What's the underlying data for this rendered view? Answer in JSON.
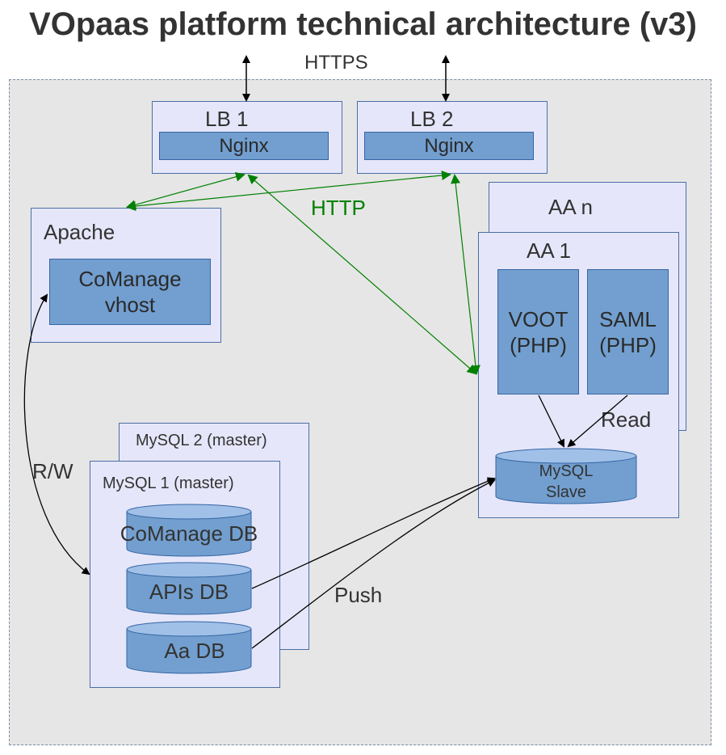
{
  "title": "VOpaas platform technical architecture (v3)",
  "labels": {
    "https": "HTTPS",
    "http": "HTTP",
    "rw": "R/W",
    "read": "Read",
    "push": "Push"
  },
  "lb1": {
    "title": "LB 1",
    "inner": "Nginx"
  },
  "lb2": {
    "title": "LB 2",
    "inner": "Nginx"
  },
  "apache": {
    "title": "Apache",
    "inner_line1": "CoManage",
    "inner_line2": "vhost"
  },
  "aan": {
    "title": "AA n"
  },
  "aa1": {
    "title": "AA 1",
    "voot_line1": "VOOT",
    "voot_line2": "(PHP)",
    "saml_line1": "SAML",
    "saml_line2": "(PHP)",
    "slave_line1": "MySQL",
    "slave_line2": "Slave"
  },
  "mysql2": {
    "title": "MySQL 2 (master)"
  },
  "mysql1": {
    "title": "MySQL 1 (master)",
    "dbs": [
      "CoManage DB",
      "APIs DB",
      "Aa DB"
    ]
  },
  "colors": {
    "http_arrow": "#008000",
    "box_fill": "#e6e6fa",
    "inner_fill": "#729fcf",
    "container_fill": "#e6e6e6"
  }
}
